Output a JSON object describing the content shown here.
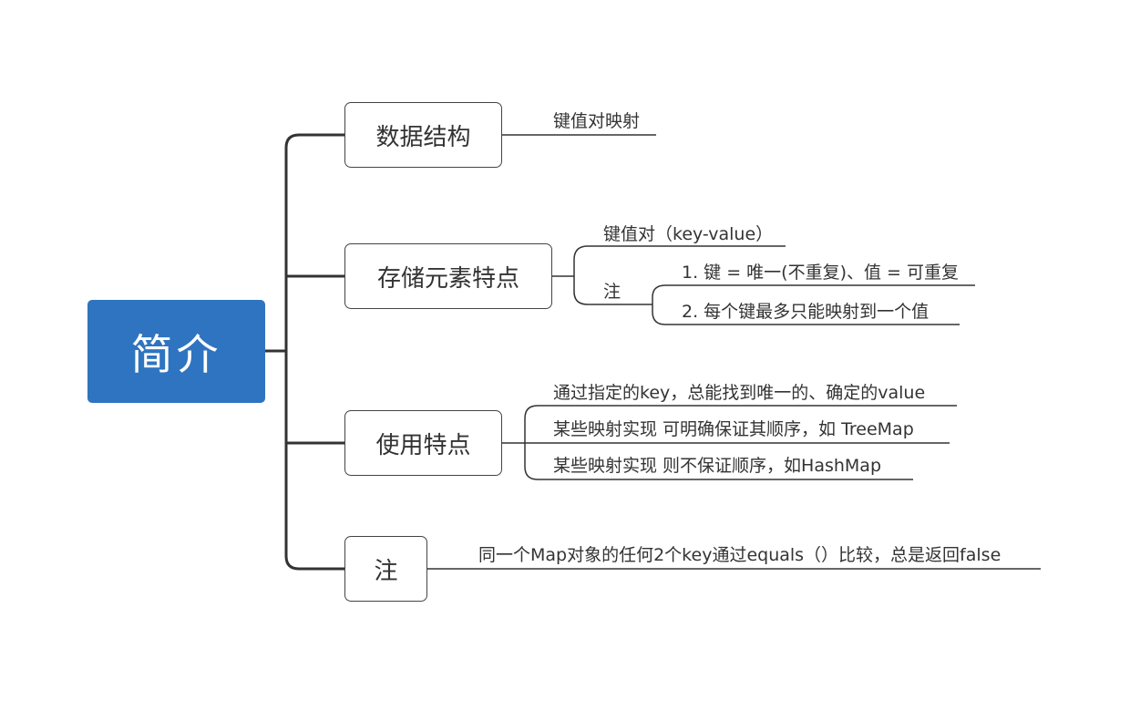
{
  "root": {
    "label": "简介"
  },
  "branches": [
    {
      "label": "数据结构",
      "children": [
        "键值对映射"
      ]
    },
    {
      "label": "存储元素特点",
      "children": [
        "键值对（key-value）",
        {
          "label": "注",
          "children": [
            "1.  键 = 唯一(不重复)、值 = 可重复",
            "2.  每个键最多只能映射到一个值"
          ]
        }
      ]
    },
    {
      "label": "使用特点",
      "children": [
        "通过指定的key，总能找到唯一的、确定的value",
        "某些映射实现 可明确保证其顺序，如 TreeMap",
        "某些映射实现 则不保证顺序，如HashMap"
      ]
    },
    {
      "label": "注",
      "children": [
        "同一个Map对象的任何2个key通过equals（）比较，总是返回false"
      ]
    }
  ],
  "colors": {
    "root_fill": "#2f74c0",
    "line": "#333333"
  }
}
